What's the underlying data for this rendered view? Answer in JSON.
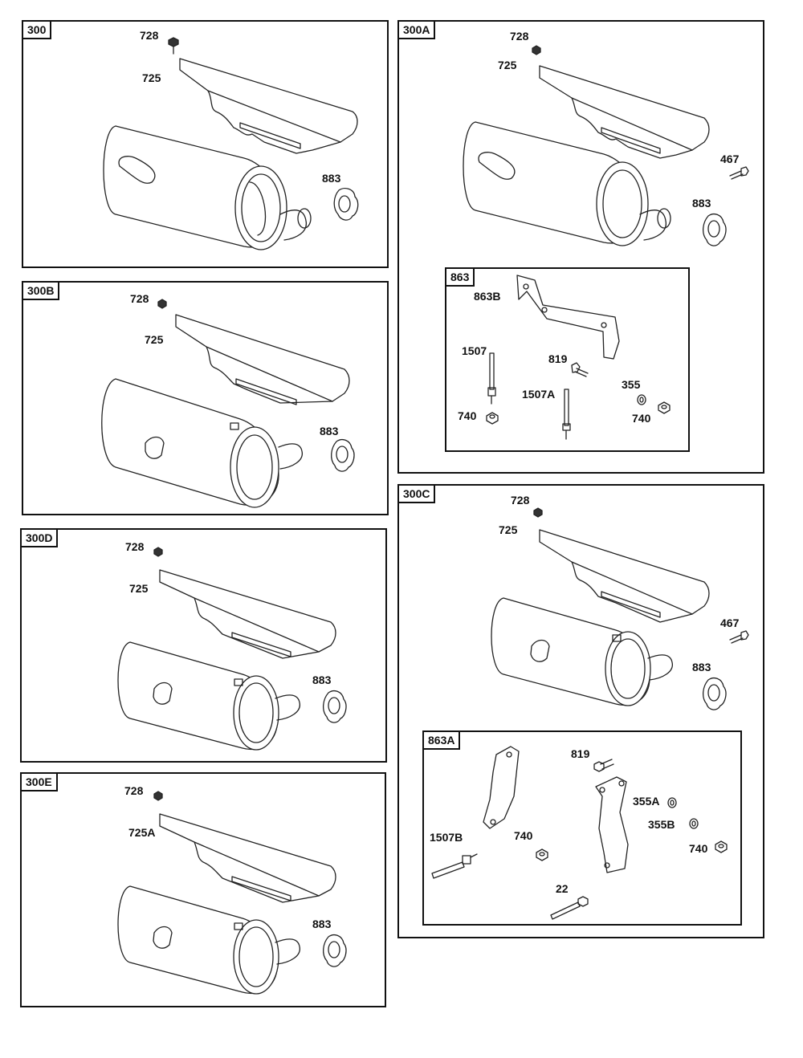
{
  "panels": {
    "p300": {
      "tag": "300",
      "labels": {
        "screw": "728",
        "shield": "725",
        "gasket": "883"
      }
    },
    "p300A": {
      "tag": "300A",
      "labels": {
        "screw": "728",
        "shield": "725",
        "bolt": "467",
        "gasket": "883"
      }
    },
    "p300B": {
      "tag": "300B",
      "labels": {
        "screw": "728",
        "shield": "725",
        "gasket": "883"
      }
    },
    "p300C": {
      "tag": "300C",
      "labels": {
        "screw": "728",
        "shield": "725",
        "bolt": "467",
        "gasket": "883"
      }
    },
    "p300D": {
      "tag": "300D",
      "labels": {
        "screw": "728",
        "shield": "725",
        "gasket": "883"
      }
    },
    "p300E": {
      "tag": "300E",
      "labels": {
        "screw": "728",
        "shield": "725A",
        "gasket": "883"
      }
    }
  },
  "sub863": {
    "tag": "863",
    "labels": {
      "bracket": "863B",
      "stud": "1507",
      "bolt": "819",
      "stud2": "1507A",
      "washer": "355",
      "nut_left": "740",
      "nut_right": "740"
    }
  },
  "sub863A": {
    "tag": "863A",
    "labels": {
      "bolt": "819",
      "washerA": "355A",
      "washerB": "355B",
      "stud": "1507B",
      "nut_mid": "740",
      "nut_right": "740",
      "bolt22": "22"
    }
  }
}
